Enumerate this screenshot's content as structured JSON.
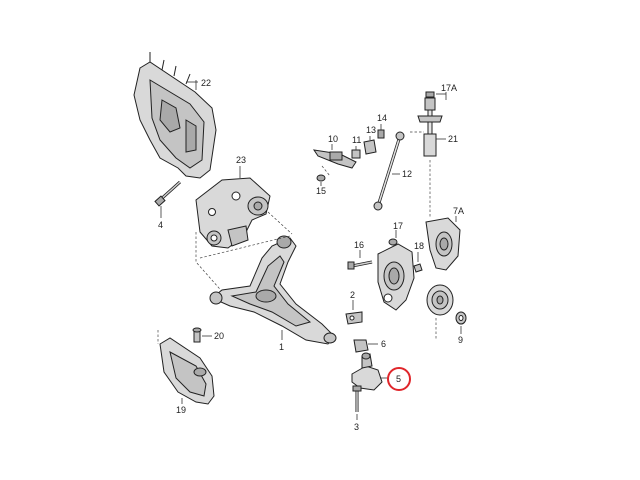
{
  "diagram": {
    "highlight_color": "#e0262b",
    "labels": {
      "l1": "1",
      "l2": "2",
      "l3": "3",
      "l4": "4",
      "l5": "5",
      "l6": "6",
      "l7a": "7A",
      "l9": "9",
      "l10": "10",
      "l11": "11",
      "l12": "12",
      "l13": "13",
      "l14": "14",
      "l15": "15",
      "l16": "16",
      "l17": "17",
      "l17a": "17A",
      "l18": "18",
      "l19": "19",
      "l20": "20",
      "l21": "21",
      "l22": "22",
      "l23": "23"
    }
  }
}
